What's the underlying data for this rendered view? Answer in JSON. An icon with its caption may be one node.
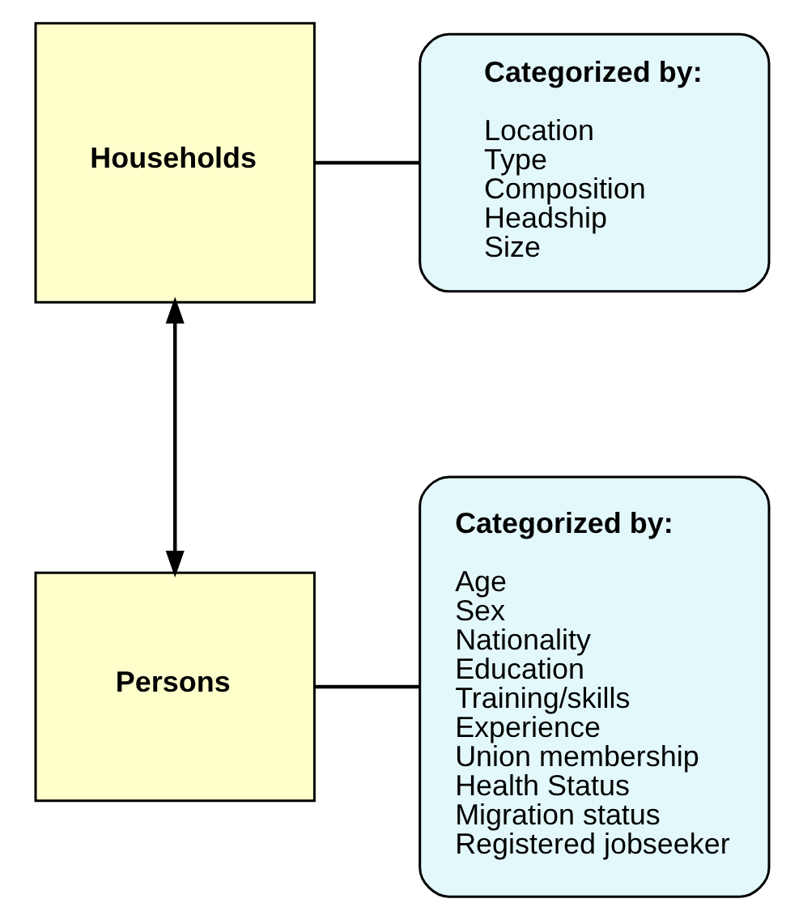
{
  "diagram": {
    "nodes": [
      {
        "text": [
          "Households"
        ]
      },
      {
        "text": [
          "Categorized by:",
          "Location",
          "Type",
          "Composition",
          "Headship",
          "Size"
        ]
      },
      {
        "text": [
          "Persons"
        ]
      },
      {
        "text": [
          "Categorized by:",
          "Age",
          "Sex",
          "Nationality",
          "Education",
          "Training/skills",
          "Experience",
          "Union membership",
          "Health Status",
          "Migration status",
          "Registered jobseeker"
        ]
      }
    ],
    "edges": [
      {
        "from": 0,
        "to": 1,
        "arrow": "none"
      },
      {
        "from": 0,
        "to": 2,
        "arrow": "both"
      },
      {
        "from": 2,
        "to": 3,
        "arrow": "none"
      }
    ]
  }
}
